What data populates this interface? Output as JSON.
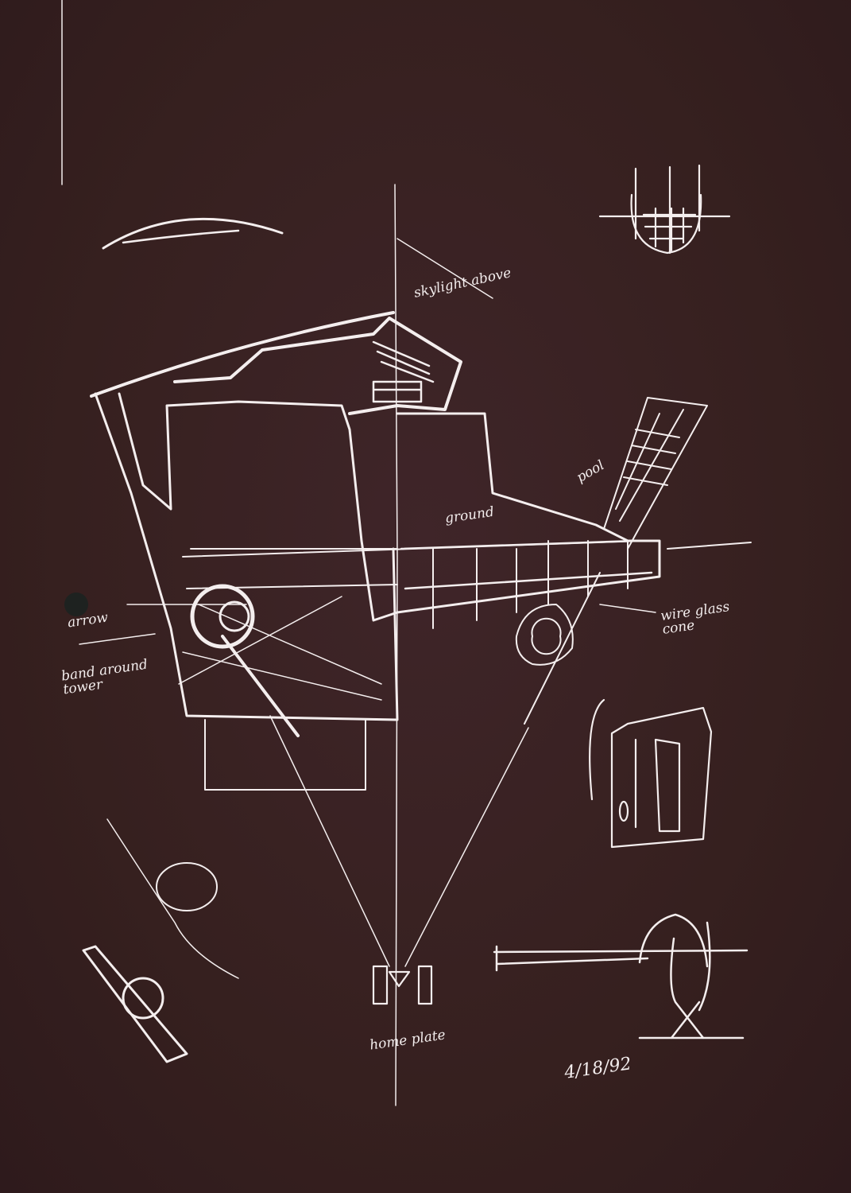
{
  "colors": {
    "paper": "#3a2226",
    "ink": "#f4eeee",
    "hole": "#1e2220"
  },
  "annotations": {
    "skylight": "skylight above",
    "pool": "pool",
    "ground": "ground",
    "wire_glass": "wire glass cone",
    "arrow": "arrow",
    "band": "band around tower",
    "home_plate": "home plate",
    "date": "4/18/92"
  }
}
